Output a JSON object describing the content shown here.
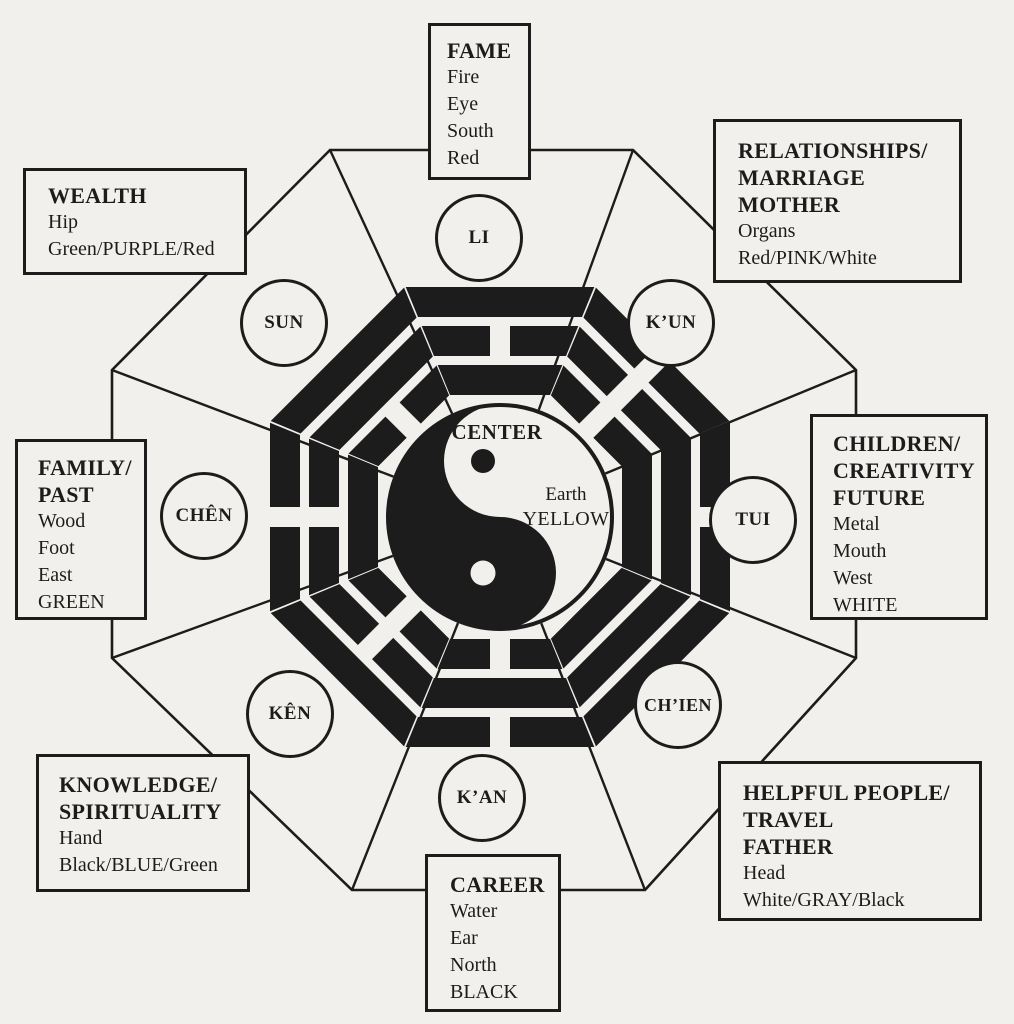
{
  "diagram_title": "Bagua / Feng Shui octagon",
  "center": {
    "label": "CENTER",
    "element": "Earth",
    "color_word": "YELLOW"
  },
  "colors": {
    "ink": "#1c1c1c",
    "paper": "#f2f0ec"
  },
  "sectors": [
    {
      "area": "Fame",
      "trigram": "LI",
      "lines": [
        "solid",
        "broken",
        "solid"
      ],
      "box": {
        "title_lines": [
          "FAME"
        ],
        "detail_lines": [
          "Fire",
          "Eye",
          "South",
          "Red"
        ]
      }
    },
    {
      "area": "Relationships",
      "trigram": "K’UN",
      "lines": [
        "broken",
        "broken",
        "broken"
      ],
      "box": {
        "title_lines": [
          "RELATIONSHIPS/",
          "MARRIAGE",
          "MOTHER"
        ],
        "detail_lines": [
          "Organs",
          "Red/PINK/White"
        ]
      }
    },
    {
      "area": "Children",
      "trigram": "TUI",
      "lines": [
        "solid",
        "solid",
        "broken"
      ],
      "box": {
        "title_lines": [
          "CHILDREN/",
          "CREATIVITY",
          "FUTURE"
        ],
        "detail_lines": [
          "Metal",
          "Mouth",
          "West",
          "WHITE"
        ]
      }
    },
    {
      "area": "Helpful People",
      "trigram": "CH’IEN",
      "lines": [
        "solid",
        "solid",
        "solid"
      ],
      "box": {
        "title_lines": [
          "HELPFUL PEOPLE/",
          "TRAVEL",
          "FATHER"
        ],
        "detail_lines": [
          "Head",
          "White/GRAY/Black"
        ]
      }
    },
    {
      "area": "Career",
      "trigram": "K’AN",
      "lines": [
        "broken",
        "solid",
        "broken"
      ],
      "box": {
        "title_lines": [
          "CAREER"
        ],
        "detail_lines": [
          "Water",
          "Ear",
          "North",
          "BLACK"
        ]
      }
    },
    {
      "area": "Knowledge",
      "trigram": "KÊN",
      "lines": [
        "broken",
        "broken",
        "solid"
      ],
      "box": {
        "title_lines": [
          "KNOWLEDGE/",
          "SPIRITUALITY"
        ],
        "detail_lines": [
          "Hand",
          "Black/BLUE/Green"
        ]
      }
    },
    {
      "area": "Family",
      "trigram": "CHÊN",
      "lines": [
        "solid",
        "broken",
        "broken"
      ],
      "box": {
        "title_lines": [
          "FAMILY/",
          "PAST"
        ],
        "detail_lines": [
          "Wood",
          "Foot",
          "East",
          "GREEN"
        ]
      }
    },
    {
      "area": "Wealth",
      "trigram": "SUN",
      "lines": [
        "broken",
        "solid",
        "solid"
      ],
      "box": {
        "title_lines": [
          "WEALTH"
        ],
        "detail_lines": [
          "Hip",
          "Green/PURPLE/Red"
        ]
      }
    }
  ]
}
